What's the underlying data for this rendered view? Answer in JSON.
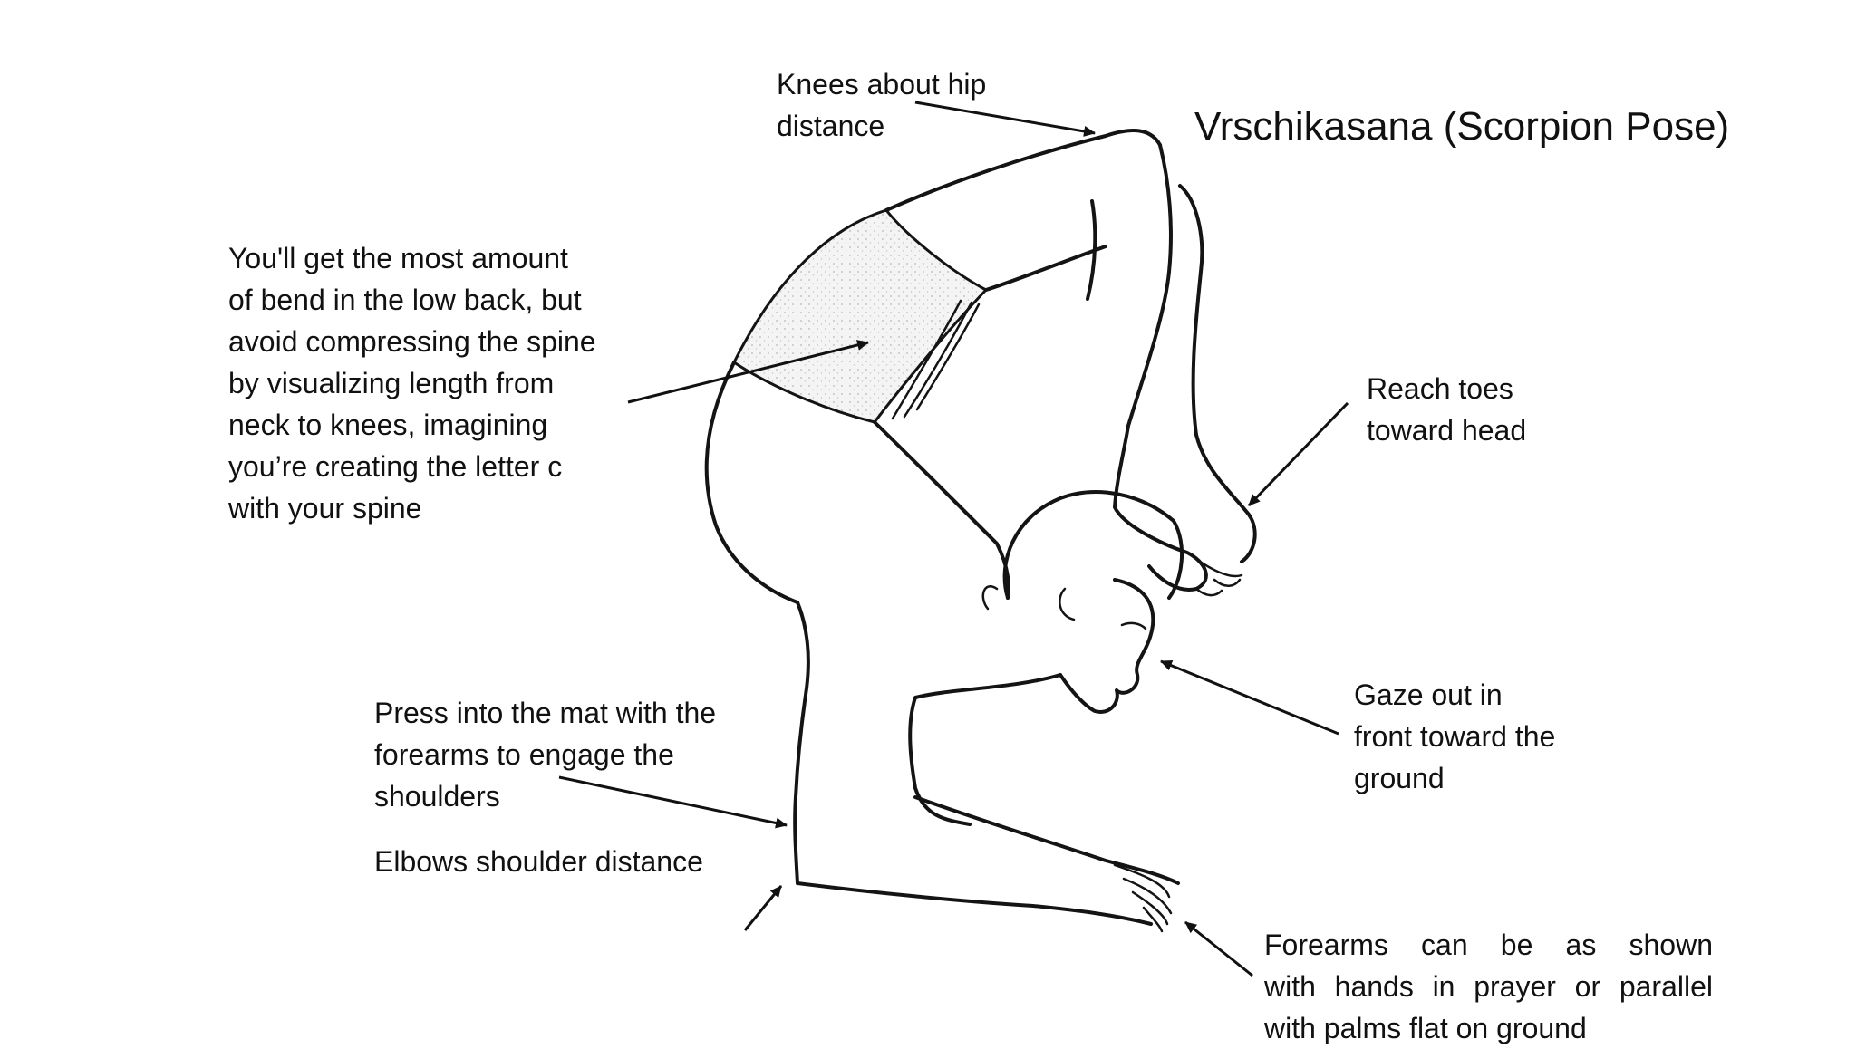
{
  "title": "Vrschikasana (Scorpion Pose)",
  "annotations": {
    "knees": [
      "Knees about hip",
      "distance"
    ],
    "back": [
      "You'll get the most amount",
      "of bend in the low back, but",
      "avoid compressing the spine",
      "by visualizing length from",
      "neck to knees, imagining",
      "you’re creating  the letter c",
      "with your spine"
    ],
    "toes": [
      "Reach toes",
      "toward head"
    ],
    "gaze": [
      "Gaze out in",
      "front toward the",
      "ground"
    ],
    "press": [
      "Press into the mat with the",
      "forearms to engage the",
      "shoulders"
    ],
    "elbows": [
      "Elbows shoulder distance"
    ],
    "forearms": [
      "Forearms can be as shown",
      "with hands in prayer or parallel",
      "with palms flat on ground"
    ]
  },
  "colors": {
    "ink": "#111111",
    "background": "#ffffff",
    "shading": "#d9d9d9"
  }
}
